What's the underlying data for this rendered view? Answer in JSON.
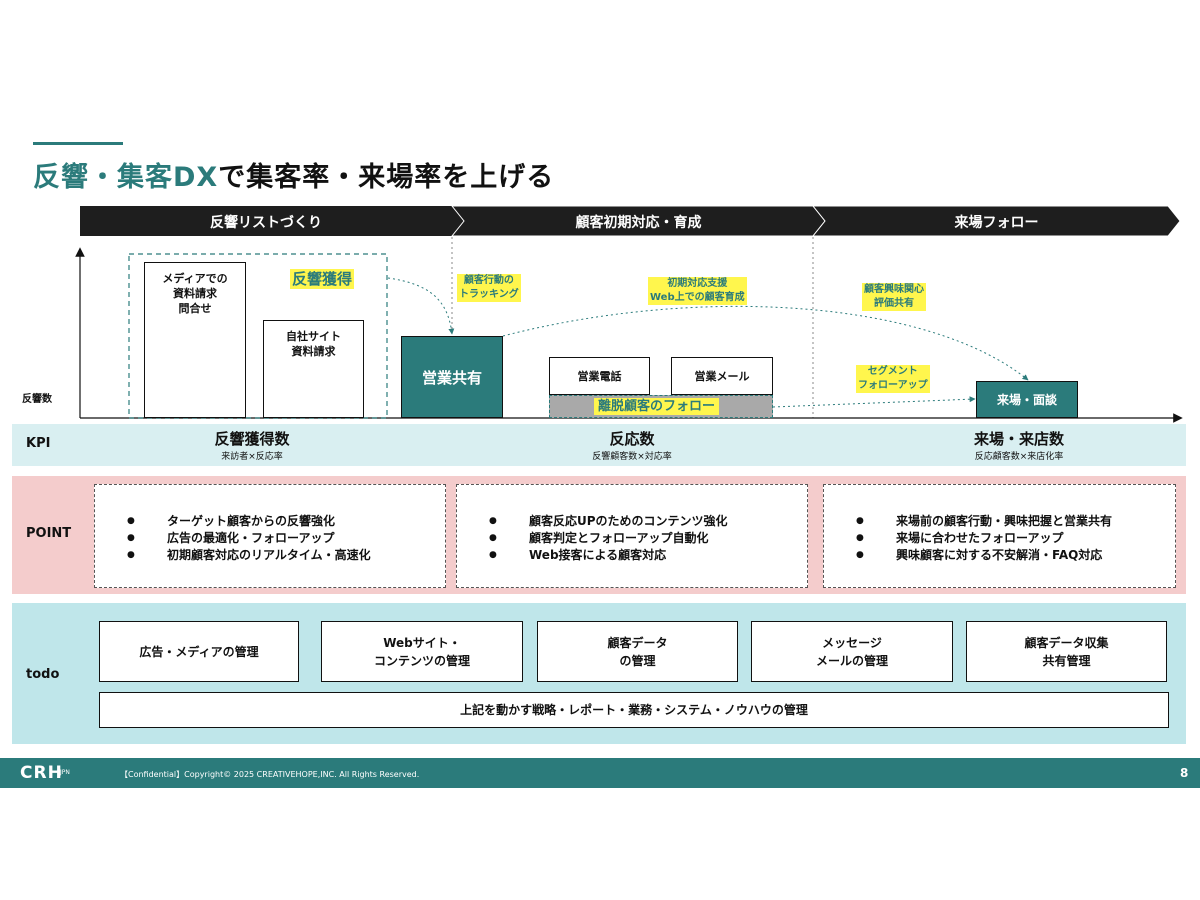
{
  "title": {
    "accent": "反響・集客DX",
    "rest": "で集客率・来場率を上げる"
  },
  "phases": [
    "反響リストづくり",
    "顧客初期対応・育成",
    "来場フォロー"
  ],
  "y_axis_label": "反響数",
  "boxes": {
    "media": "メディアでの\n資料請求\n問合せ",
    "own_site": "自社サイト\n資料請求",
    "sales_share": "営業共有",
    "sales_phone": "営業電話",
    "sales_mail": "営業メール",
    "visit": "来場・面談"
  },
  "highlights": {
    "response_gain": "反響獲得",
    "tracking": "顧客行動の\nトラッキング",
    "initial_support": "初期対応支援\nWeb上での顧客育成",
    "interest_share": "顧客興味関心\n評価共有",
    "segment_follow": "セグメント\nフォローアップ",
    "churn_follow": "離脱顧客のフォロー"
  },
  "kpi": {
    "label": "KPI",
    "items": [
      {
        "title": "反響獲得数",
        "sub": "来訪者×反応率"
      },
      {
        "title": "反応数",
        "sub": "反響顧客数×対応率"
      },
      {
        "title": "来場・来店数",
        "sub": "反応顧客数×来店化率"
      }
    ]
  },
  "point": {
    "label": "POINT",
    "columns": [
      [
        "ターゲット顧客からの反響強化",
        "広告の最適化・フォローアップ",
        "初期顧客対応のリアルタイム・高速化"
      ],
      [
        "顧客反応UPのためのコンテンツ強化",
        "顧客判定とフォローアップ自動化",
        "Web接客による顧客対応"
      ],
      [
        "来場前の顧客行動・興味把握と営業共有",
        "来場に合わせたフォローアップ",
        "興味顧客に対する不安解消・FAQ対応"
      ]
    ]
  },
  "todo": {
    "label": "todo",
    "items": [
      "広告・メディアの管理",
      "Webサイト・\nコンテンツの管理",
      "顧客データ\nの管理",
      "メッセージ\nメールの管理",
      "顧客データ収集\n共有管理"
    ],
    "bottom": "上記を動かす戦略・レポート・業務・システム・ノウハウの管理"
  },
  "footer": {
    "logo": "CRH",
    "logo_sub": "JPN",
    "copyright": "【Confidential】Copyright©  2025  CREATIVEHOPE,INC. All Rights Reserved.",
    "page": "8"
  },
  "colors": {
    "teal": "#2b7b7b",
    "highlight": "#fff64d",
    "kpi_band": "#d9eff1",
    "point_band": "#f4cccc",
    "todo_band": "#bfe6ea"
  }
}
